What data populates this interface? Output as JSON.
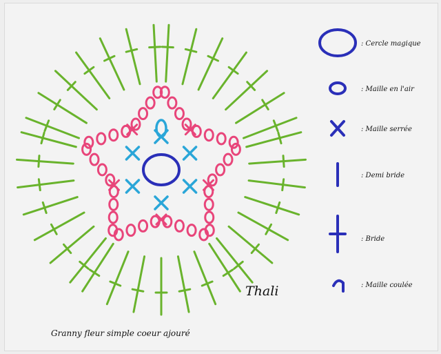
{
  "title": "Granny fleur simple coeur ajouré",
  "author": "Thali",
  "legend": [
    {
      "symbol": "magic-ring-icon",
      "label": ": Cercle magique",
      "color": "#2a2fb8"
    },
    {
      "symbol": "chain-stitch-icon",
      "label": ": Maille en l'air",
      "color": "#2a2fb8"
    },
    {
      "symbol": "single-crochet-icon",
      "label": ": Maille serrée",
      "color": "#2a2fb8"
    },
    {
      "symbol": "half-double-crochet-icon",
      "label": ": Demi bride",
      "color": "#2a2fb8"
    },
    {
      "symbol": "double-crochet-icon",
      "label": ": Bride",
      "color": "#2a2fb8"
    },
    {
      "symbol": "slip-stitch-icon",
      "label": ": Maille coulée",
      "color": "#2a2fb8"
    }
  ],
  "colors": {
    "center_ring": "#2a2fb8",
    "round_1": "#2aa6d8",
    "round_2": "#e8457a",
    "round_3": "#69b32c"
  }
}
